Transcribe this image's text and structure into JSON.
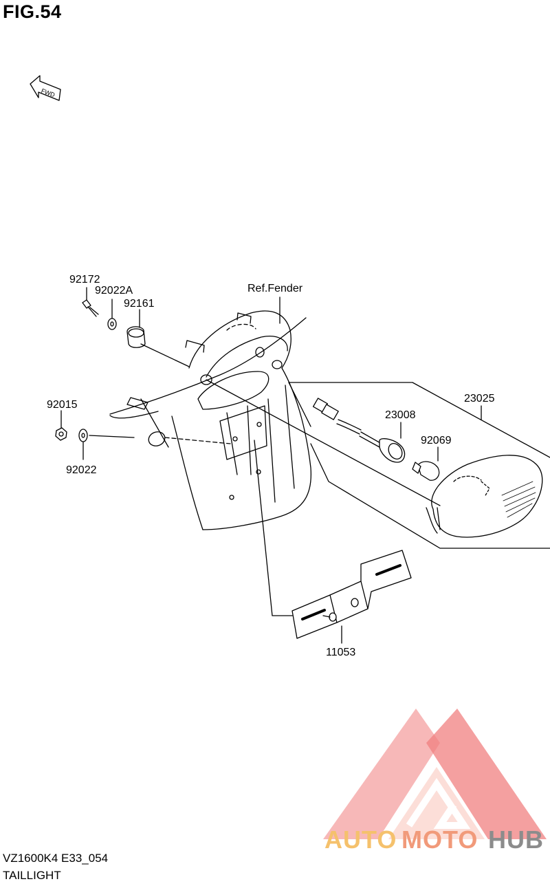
{
  "figure": {
    "title": "FIG.54",
    "fwd_label": "FWD"
  },
  "callouts": {
    "c92172": "92172",
    "c92022A": "92022A",
    "c92161": "92161",
    "refFender": "Ref.Fender",
    "c92015": "92015",
    "c92022": "92022",
    "c23025": "23025",
    "c23008": "23008",
    "c92069": "92069",
    "c11053": "11053"
  },
  "footer": {
    "model_code": "VZ1600K4 E33_054",
    "section_name": "TAILLIGHT"
  },
  "watermark": {
    "part1": "AUTO",
    "part2": "MOTO",
    "part3": "HUB",
    "colors": {
      "auto": "#f5c16c",
      "moto": "#f19a7a",
      "hub": "#8c8c8c",
      "triangle": "#f08080"
    }
  }
}
